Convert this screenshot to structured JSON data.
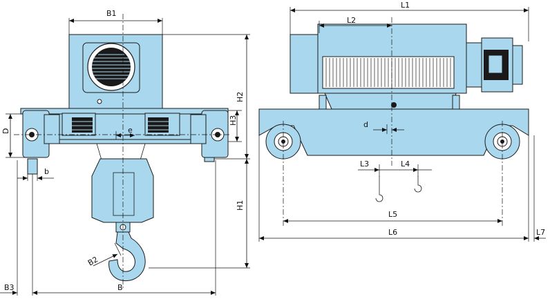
{
  "labels": {
    "B1": "B1",
    "D": "D",
    "H2": "H2",
    "H3": "H3",
    "e": "e",
    "b": "b",
    "H1": "H1",
    "B2": "B2",
    "B3": "B3",
    "B": "B",
    "L1": "L1",
    "L2": "L2",
    "d": "d",
    "L3": "L3",
    "L4": "L4",
    "L5": "L5",
    "L6": "L6",
    "L7": "L7"
  },
  "colors": {
    "body": "#a9d8ee",
    "outline": "#1a1a1a",
    "dimension": "#111111"
  }
}
